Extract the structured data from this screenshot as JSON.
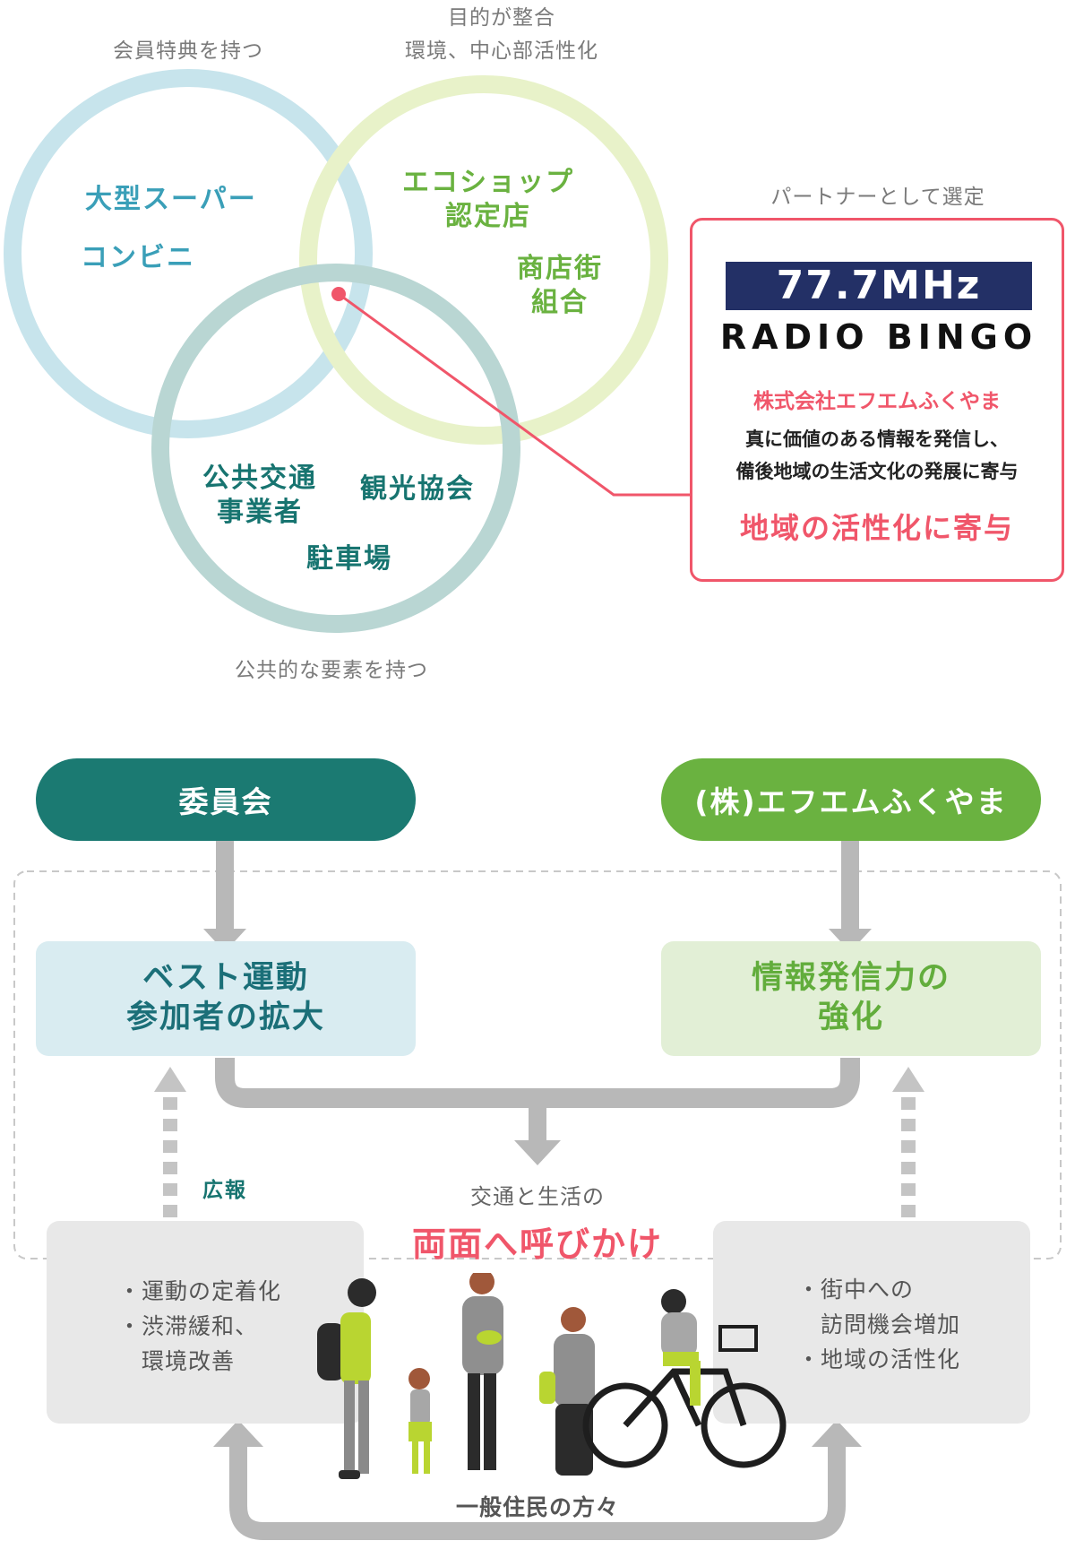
{
  "venn": {
    "caption_membership": "会員特典を持つ",
    "caption_purpose_line1": "目的が整合",
    "caption_purpose_line2": "環境、中心部活性化",
    "caption_public": "公共的な要素を持つ",
    "caption_partner": "パートナーとして選定",
    "circle_blue": [
      "大型スーパー",
      "コンビニ"
    ],
    "circle_green": [
      "エコショップ",
      "認定店",
      "商店街",
      "組合"
    ],
    "circle_teal": [
      "公共交通",
      "事業者",
      "観光協会",
      "駐車場"
    ]
  },
  "partner": {
    "frequency": "77.7MHz",
    "station": "RADIO BINGO",
    "company": "株式会社エフエムふくやま",
    "desc_line1": "真に価値のある情報を発信し、",
    "desc_line2": "備後地域の生活文化の発展に寄与",
    "tagline": "地域の活性化に寄与"
  },
  "flow": {
    "committee": "委員会",
    "fm_company": "(株)エフエムふくやま",
    "best_line1": "ベスト運動",
    "best_line2": "参加者の拡大",
    "info_line1": "情報発信力の",
    "info_line2": "強化",
    "pr_label": "広報",
    "call_small": "交通と生活の",
    "call_big": "両面へ呼びかけ",
    "left_list": "・運動の定着化\n・渋滞緩和、\n　環境改善",
    "right_list": "・街中への\n　訪問機会増加\n・地域の活性化",
    "residents": "一般住民の方々"
  },
  "colors": {
    "blue_circle": "#c7e4ec",
    "green_circle": "#e8f2c9",
    "teal_circle": "#b9d6d3",
    "pink": "#f0566a",
    "teal_dark": "#1b7a72",
    "green_fill": "#6ab240",
    "arrow_gray": "#b8b8b8"
  }
}
